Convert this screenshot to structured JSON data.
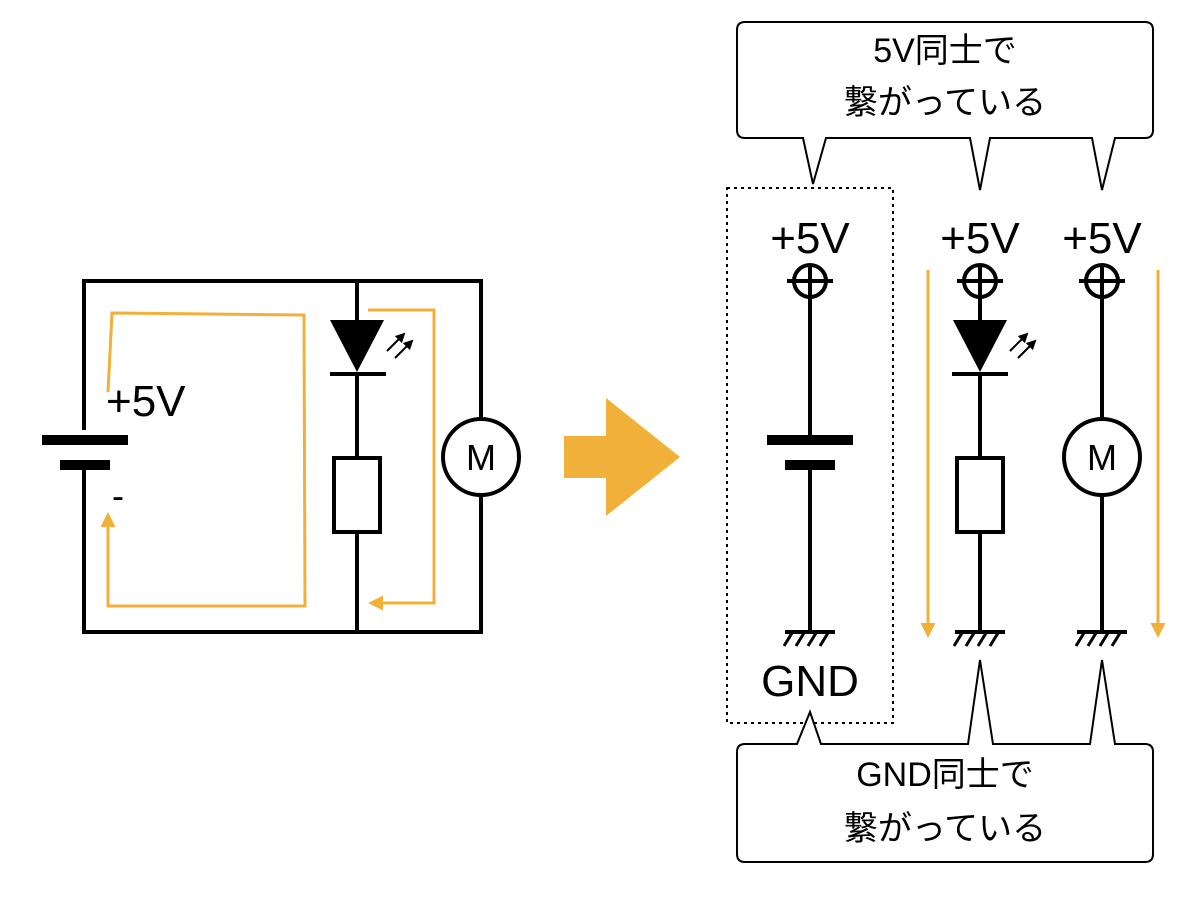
{
  "left_circuit": {
    "battery_positive_label": "+5V",
    "battery_negative_label": "-",
    "motor_label": "M"
  },
  "right_circuit": {
    "battery_branch": {
      "top_label": "+5V",
      "bottom_label": "GND"
    },
    "led_branch": {
      "top_label": "+5V"
    },
    "motor_branch": {
      "top_label": "+5V",
      "motor_label": "M"
    }
  },
  "callouts": {
    "top": {
      "line1": "5V同士で",
      "line2": "繋がっている"
    },
    "bottom": {
      "line1": "GND同士で",
      "line2": "繋がっている"
    }
  },
  "colors": {
    "current_flow": "#f0b03a",
    "arrow": "#f0b03a",
    "wire": "#000000"
  }
}
